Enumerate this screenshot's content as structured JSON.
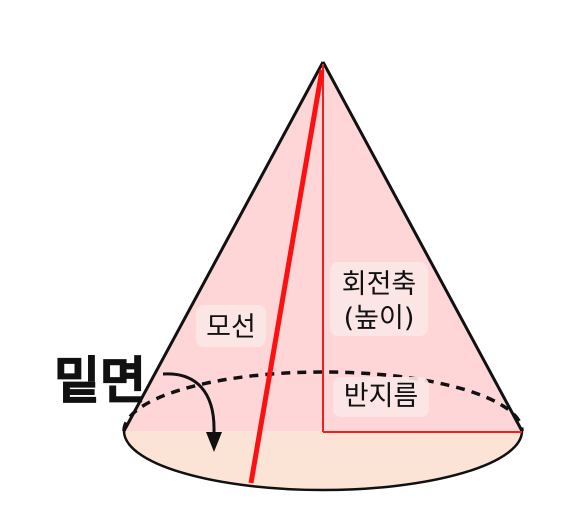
{
  "labels": {
    "generatrix": "모선",
    "axis_line1": "회전축",
    "axis_line2": "(높이)",
    "radius": "반지름",
    "base": "밑면"
  },
  "colors": {
    "cone_fill": "#ffd6d8",
    "base_fill": "#fbe3d5",
    "outline": "#111111",
    "red_line": "#ff1010",
    "axis_line": "#ee2020",
    "label_bg": "#fbe6e6"
  }
}
